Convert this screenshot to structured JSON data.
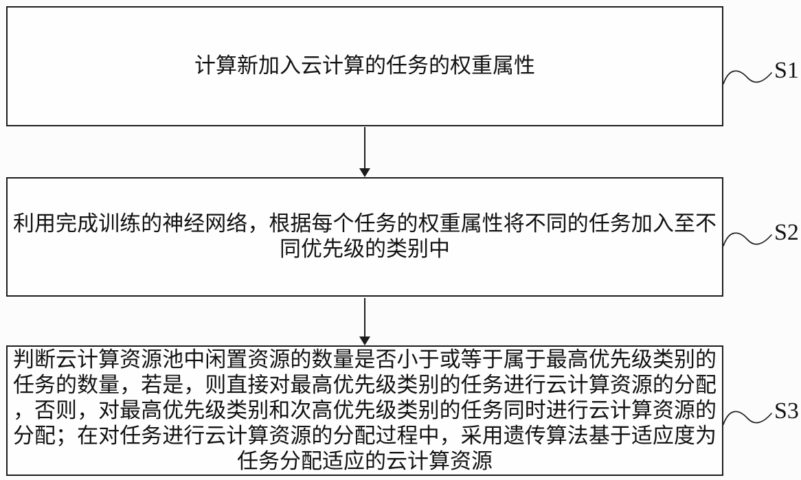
{
  "figure": {
    "type": "patent-flowchart",
    "background": "#fcfcfc",
    "line_color": "#1c1c1c",
    "text_color": "#121212"
  },
  "steps": [
    {
      "id": "S1",
      "label": "S1",
      "text": "计算新加入云计算的任务的权重属性",
      "lines": [
        "计算新加入云计算的任务的权重属性"
      ]
    },
    {
      "id": "S2",
      "label": "S2",
      "text": "利用完成训练的神经网络，根据每个任务的权重属性将不同的任务加入至不同优先级的类别中",
      "lines": [
        "利用完成训练的神经网络，根据每个任务的权重属性将不同的任务加入至不",
        "同优先级的类别中"
      ]
    },
    {
      "id": "S3",
      "label": "S3",
      "text": "判断云计算资源池中闲置资源的数量是否小于或等于属于最高优先级类别的任务的数量，若是，则直接对最高优先级类别的任务进行云计算资源的分配，否则，对最高优先级类别和次高优先级类别的任务同时进行云计算资源的分配；在对任务进行云计算资源的分配过程中，采用遗传算法基于适应度为任务分配适应的云计算资源",
      "lines": [
        "判断云计算资源池中闲置资源的数量是否小于或等于属于最高优先级类别的",
        "任务的数量，若是，则直接对最高优先级类别的任务进行云计算资源的分配",
        "，否则，对最高优先级类别和次高优先级类别的任务同时进行云计算资源的",
        "分配；在对任务进行云计算资源的分配过程中，采用遗传算法基于适应度为",
        "任务分配适应的云计算资源"
      ]
    }
  ]
}
